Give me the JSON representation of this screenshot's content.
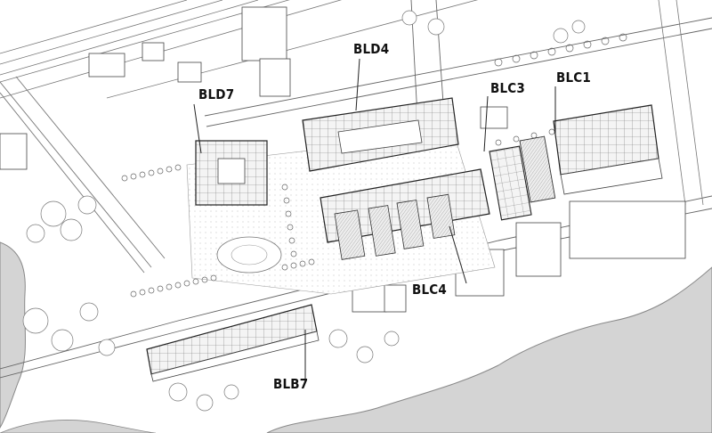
{
  "labels": {
    "bld4": "BLD4",
    "bld7": "BLD7",
    "blc3": "BLC3",
    "blc1": "BLC1",
    "blc4": "BLC4",
    "blb7": "BLB7"
  },
  "colors": {
    "water": "#d4d4d4",
    "paper": "#ffffff",
    "ink": "#333333",
    "road": "#f6f6f6",
    "roof": "#ececec"
  }
}
